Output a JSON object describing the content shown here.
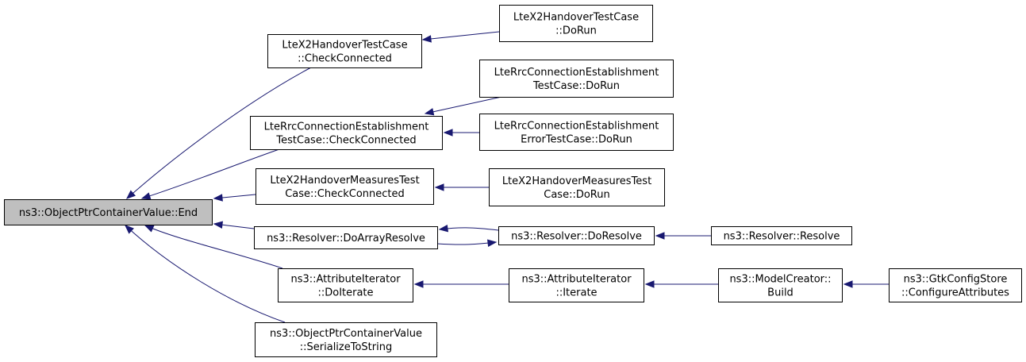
{
  "nodes": {
    "end": {
      "lines": [
        "ns3::ObjectPtrContainerValue::End"
      ],
      "root": true
    },
    "x2cc": {
      "lines": [
        "LteX2HandoverTestCase",
        "::CheckConnected"
      ]
    },
    "x2run": {
      "lines": [
        "LteX2HandoverTestCase",
        "::DoRun"
      ]
    },
    "rrccc": {
      "lines": [
        "LteRrcConnectionEstablishment",
        "TestCase::CheckConnected"
      ]
    },
    "rrcrun": {
      "lines": [
        "LteRrcConnectionEstablishment",
        "TestCase::DoRun"
      ]
    },
    "rrcerr": {
      "lines": [
        "LteRrcConnectionEstablishment",
        "ErrorTestCase::DoRun"
      ]
    },
    "x2mcc": {
      "lines": [
        "LteX2HandoverMeasuresTest",
        "Case::CheckConnected"
      ]
    },
    "x2mrun": {
      "lines": [
        "LteX2HandoverMeasuresTest",
        "Case::DoRun"
      ]
    },
    "darr": {
      "lines": [
        "ns3::Resolver::DoArrayResolve"
      ]
    },
    "dres": {
      "lines": [
        "ns3::Resolver::DoResolve"
      ]
    },
    "res": {
      "lines": [
        "ns3::Resolver::Resolve"
      ]
    },
    "doiter": {
      "lines": [
        "ns3::AttributeIterator",
        "::DoIterate"
      ]
    },
    "iter": {
      "lines": [
        "ns3::AttributeIterator",
        "::Iterate"
      ]
    },
    "mcb": {
      "lines": [
        "ns3::ModelCreator::",
        "Build"
      ]
    },
    "gtk": {
      "lines": [
        "ns3::GtkConfigStore",
        "::ConfigureAttributes"
      ]
    },
    "ser": {
      "lines": [
        "ns3::ObjectPtrContainerValue",
        "::SerializeToString"
      ]
    }
  },
  "edges": [
    {
      "from": "x2cc",
      "to": "end"
    },
    {
      "from": "rrccc",
      "to": "end"
    },
    {
      "from": "x2mcc",
      "to": "end"
    },
    {
      "from": "darr",
      "to": "end"
    },
    {
      "from": "doiter",
      "to": "end"
    },
    {
      "from": "ser",
      "to": "end"
    },
    {
      "from": "x2run",
      "to": "x2cc"
    },
    {
      "from": "rrcrun",
      "to": "rrccc"
    },
    {
      "from": "rrcerr",
      "to": "rrccc"
    },
    {
      "from": "x2mrun",
      "to": "x2mcc"
    },
    {
      "from": "dres",
      "to": "darr"
    },
    {
      "from": "darr",
      "to": "dres"
    },
    {
      "from": "res",
      "to": "dres"
    },
    {
      "from": "iter",
      "to": "doiter"
    },
    {
      "from": "mcb",
      "to": "iter"
    },
    {
      "from": "gtk",
      "to": "mcb"
    }
  ],
  "colors": {
    "edge": "#191970",
    "root_fill": "#bfbfbf",
    "node_fill": "#ffffff",
    "border": "#000000"
  }
}
